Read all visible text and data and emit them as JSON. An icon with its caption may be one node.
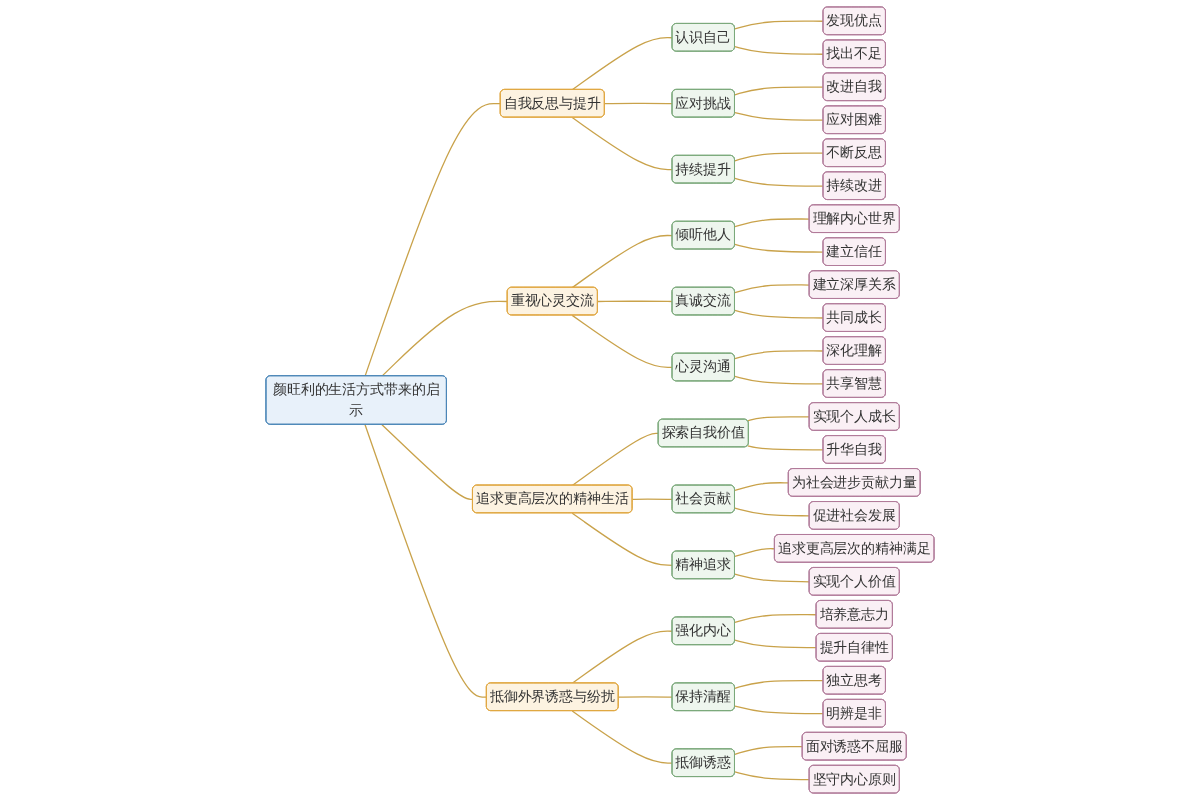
{
  "diagram": {
    "nodes": [
      {
        "text": [
          "颜旺利的生活方式带来的启示"
        ]
      },
      {
        "text": [
          "自我反思与提升"
        ]
      },
      {
        "text": [
          "认识自己"
        ]
      },
      {
        "text": [
          "发现优点"
        ]
      },
      {
        "text": [
          "找出不足"
        ]
      },
      {
        "text": [
          "应对挑战"
        ]
      },
      {
        "text": [
          "改进自我"
        ]
      },
      {
        "text": [
          "应对困难"
        ]
      },
      {
        "text": [
          "持续提升"
        ]
      },
      {
        "text": [
          "不断反思"
        ]
      },
      {
        "text": [
          "持续改进"
        ]
      },
      {
        "text": [
          "重视心灵交流"
        ]
      },
      {
        "text": [
          "倾听他人"
        ]
      },
      {
        "text": [
          "理解内心世界"
        ]
      },
      {
        "text": [
          "建立信任"
        ]
      },
      {
        "text": [
          "真诚交流"
        ]
      },
      {
        "text": [
          "建立深厚关系"
        ]
      },
      {
        "text": [
          "共同成长"
        ]
      },
      {
        "text": [
          "心灵沟通"
        ]
      },
      {
        "text": [
          "深化理解"
        ]
      },
      {
        "text": [
          "共享智慧"
        ]
      },
      {
        "text": [
          "追求更高层次的精神生活"
        ]
      },
      {
        "text": [
          "探索自我价值"
        ]
      },
      {
        "text": [
          "实现个人成长"
        ]
      },
      {
        "text": [
          "升华自我"
        ]
      },
      {
        "text": [
          "社会贡献"
        ]
      },
      {
        "text": [
          "为社会进步贡献力量"
        ]
      },
      {
        "text": [
          "促进社会发展"
        ]
      },
      {
        "text": [
          "精神追求"
        ]
      },
      {
        "text": [
          "追求更高层次的精神满足"
        ]
      },
      {
        "text": [
          "实现个人价值"
        ]
      },
      {
        "text": [
          "抵御外界诱惑与纷扰"
        ]
      },
      {
        "text": [
          "强化内心"
        ]
      },
      {
        "text": [
          "培养意志力"
        ]
      },
      {
        "text": [
          "提升自律性"
        ]
      },
      {
        "text": [
          "保持清醒"
        ]
      },
      {
        "text": [
          "独立思考"
        ]
      },
      {
        "text": [
          "明辨是非"
        ]
      },
      {
        "text": [
          "抵御诱惑"
        ]
      },
      {
        "text": [
          "面对诱惑不屈服"
        ]
      },
      {
        "text": [
          "坚守内心原则"
        ]
      }
    ],
    "edges": [
      {
        "from": 0,
        "to": 1,
        "arrow": "none"
      },
      {
        "from": 1,
        "to": 2,
        "arrow": "none"
      },
      {
        "from": 2,
        "to": 3,
        "arrow": "none"
      },
      {
        "from": 2,
        "to": 4,
        "arrow": "none"
      },
      {
        "from": 1,
        "to": 5,
        "arrow": "none"
      },
      {
        "from": 5,
        "to": 6,
        "arrow": "none"
      },
      {
        "from": 5,
        "to": 7,
        "arrow": "none"
      },
      {
        "from": 1,
        "to": 8,
        "arrow": "none"
      },
      {
        "from": 8,
        "to": 9,
        "arrow": "none"
      },
      {
        "from": 8,
        "to": 10,
        "arrow": "none"
      },
      {
        "from": 0,
        "to": 11,
        "arrow": "none"
      },
      {
        "from": 11,
        "to": 12,
        "arrow": "none"
      },
      {
        "from": 12,
        "to": 13,
        "arrow": "none"
      },
      {
        "from": 12,
        "to": 14,
        "arrow": "none"
      },
      {
        "from": 11,
        "to": 15,
        "arrow": "none"
      },
      {
        "from": 15,
        "to": 16,
        "arrow": "none"
      },
      {
        "from": 15,
        "to": 17,
        "arrow": "none"
      },
      {
        "from": 11,
        "to": 18,
        "arrow": "none"
      },
      {
        "from": 18,
        "to": 19,
        "arrow": "none"
      },
      {
        "from": 18,
        "to": 20,
        "arrow": "none"
      },
      {
        "from": 0,
        "to": 21,
        "arrow": "none"
      },
      {
        "from": 21,
        "to": 22,
        "arrow": "none"
      },
      {
        "from": 22,
        "to": 23,
        "arrow": "none"
      },
      {
        "from": 22,
        "to": 24,
        "arrow": "none"
      },
      {
        "from": 21,
        "to": 25,
        "arrow": "none"
      },
      {
        "from": 25,
        "to": 26,
        "arrow": "none"
      },
      {
        "from": 25,
        "to": 27,
        "arrow": "none"
      },
      {
        "from": 21,
        "to": 28,
        "arrow": "none"
      },
      {
        "from": 28,
        "to": 29,
        "arrow": "none"
      },
      {
        "from": 28,
        "to": 30,
        "arrow": "none"
      },
      {
        "from": 0,
        "to": 31,
        "arrow": "none"
      },
      {
        "from": 31,
        "to": 32,
        "arrow": "none"
      },
      {
        "from": 32,
        "to": 33,
        "arrow": "none"
      },
      {
        "from": 32,
        "to": 34,
        "arrow": "none"
      },
      {
        "from": 31,
        "to": 35,
        "arrow": "none"
      },
      {
        "from": 35,
        "to": 36,
        "arrow": "none"
      },
      {
        "from": 35,
        "to": 37,
        "arrow": "none"
      },
      {
        "from": 31,
        "to": 38,
        "arrow": "none"
      },
      {
        "from": 38,
        "to": 39,
        "arrow": "none"
      },
      {
        "from": 38,
        "to": 40,
        "arrow": "none"
      }
    ]
  }
}
